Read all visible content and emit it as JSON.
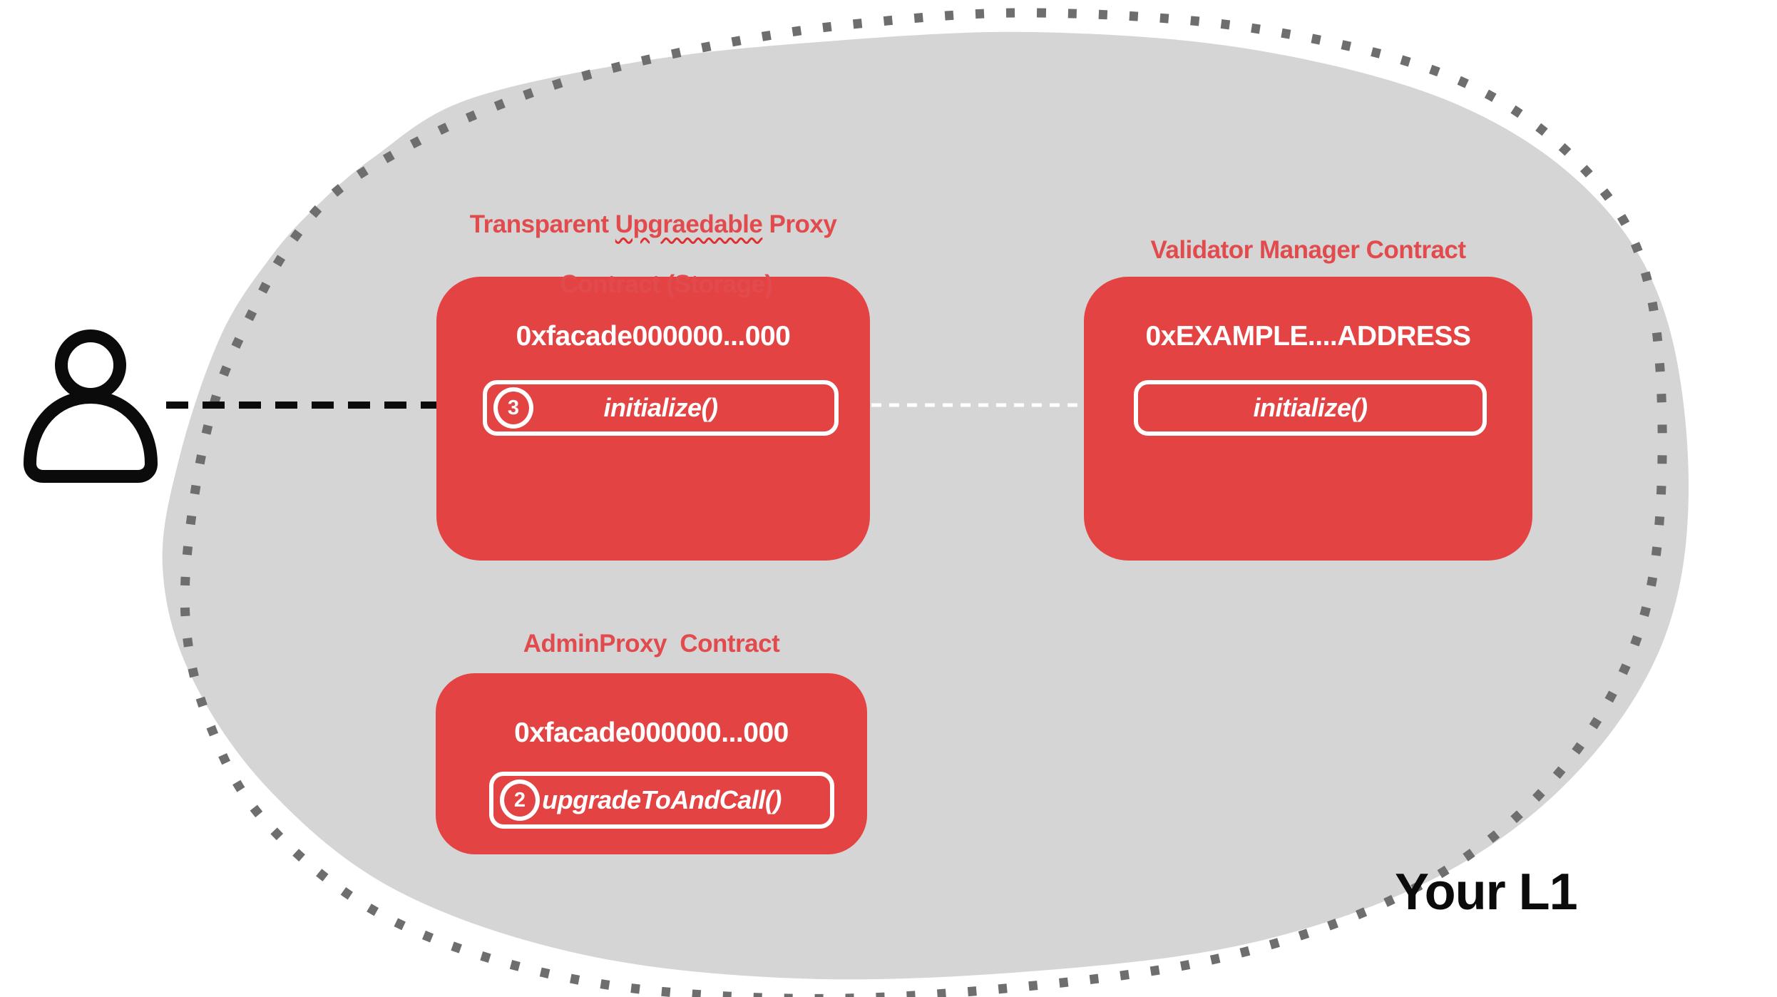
{
  "region_label": "Your L1",
  "proxy_contract": {
    "title_part1": "Transparent ",
    "title_misspelled": "Upgraedable",
    "title_part2": " Proxy",
    "title_line2": "Contract (Storage)",
    "address": "0xfacade000000...000",
    "method": "initialize()",
    "step": "3"
  },
  "validator_contract": {
    "title": "Validator Manager Contract",
    "address": "0xEXAMPLE....ADDRESS",
    "method": "initialize()"
  },
  "admin_proxy_contract": {
    "title": "AdminProxy  Contract",
    "address": "0xfacade000000...000",
    "method": "upgradeToAndCall()",
    "step": "2"
  },
  "icons": {
    "user": "user-icon",
    "user_to_proxy": "black-dashed-arrow",
    "proxy_to_validator": "white-dashed-arrow"
  },
  "colors": {
    "box_red": "#E44344",
    "title_red": "#E24B4D",
    "squiggle_red": "#DE2F31",
    "blob_gray": "#D5D5D5",
    "dot_gray": "#6E6E6E",
    "arrow_black": "#0B0B0B",
    "text_white": "#FFFFFF"
  }
}
